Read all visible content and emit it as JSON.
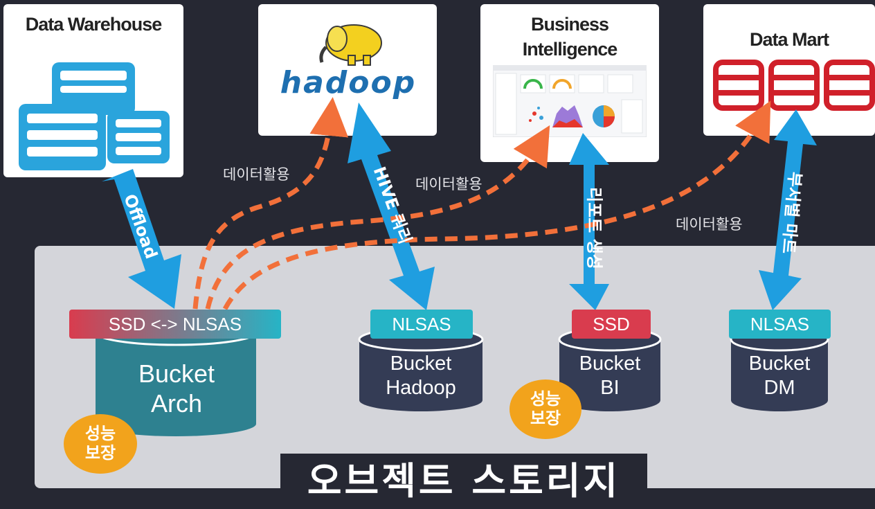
{
  "cards": {
    "data_warehouse": "Data Warehouse",
    "hadoop_logo": "hadoop",
    "business_intelligence_line1": "Business",
    "business_intelligence_line2": "Intelligence",
    "data_mart": "Data Mart"
  },
  "arrows": {
    "offload": "Offload",
    "hive": "HIVE 쿼리",
    "report": "리포트 생성",
    "dept_mart": "부서별 마트"
  },
  "notes": {
    "usage1": "데이터활용",
    "usage2": "데이터활용",
    "usage3": "데이터활용"
  },
  "buckets": [
    {
      "tag": "SSD <-> NLSAS",
      "line1": "Bucket",
      "line2": "Arch"
    },
    {
      "tag": "NLSAS",
      "line1": "Bucket",
      "line2": "Hadoop"
    },
    {
      "tag": "SSD",
      "line1": "Bucket",
      "line2": "BI"
    },
    {
      "tag": "NLSAS",
      "line1": "Bucket",
      "line2": "DM"
    }
  ],
  "badges": [
    {
      "line1": "성능",
      "line2": "보장"
    },
    {
      "line1": "성능",
      "line2": "보장"
    }
  ],
  "storage_title": "오브젝트 스토리지",
  "colors": {
    "background": "#262833",
    "storage_panel": "#d4d5da",
    "blue_arrow": "#1f9ee0",
    "orange_dashed": "#f2703a",
    "teal_tag": "#26b4c6",
    "red_tag": "#d93c4e",
    "teal_bucket": "#2e8190",
    "navy_bucket": "#343c55",
    "badge": "#f2a31c",
    "data_mart_red": "#d0202a",
    "warehouse_blue": "#2aa4dc"
  }
}
